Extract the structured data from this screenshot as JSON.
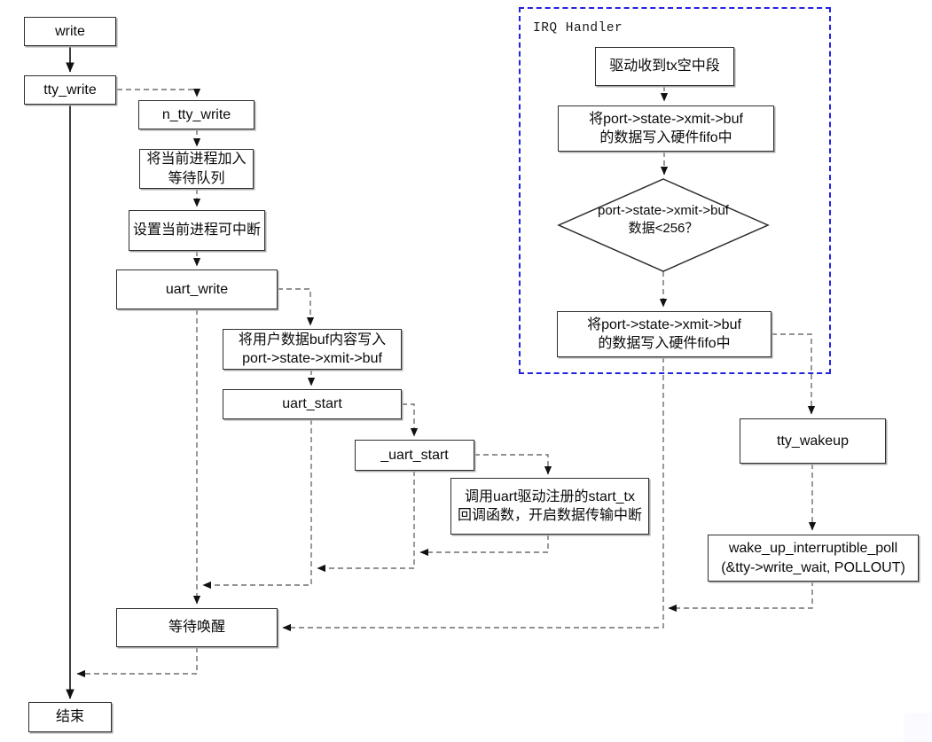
{
  "canvas": {
    "background": "#ffffff",
    "irq_border_color": "#2222e0",
    "dashed_line_color": "#6e6e6e",
    "solid_line_color": "#111111",
    "box_border_color": "#2e2e2e"
  },
  "nodes": {
    "write": {
      "label": "write"
    },
    "tty_write": {
      "label": "tty_write"
    },
    "n_tty_write": {
      "label": "n_tty_write"
    },
    "add_wait_queue": {
      "line1": "将当前进程加入",
      "line2": "等待队列"
    },
    "set_interruptible": {
      "label": "设置当前进程可中断"
    },
    "uart_write": {
      "label": "uart_write"
    },
    "copy_buf": {
      "line1": "将用户数据buf内容写入",
      "line2": "port->state->xmit->buf"
    },
    "uart_start": {
      "label": "uart_start"
    },
    "uart_start_inner": {
      "label": "_uart_start"
    },
    "start_tx": {
      "line1": "调用uart驱动注册的start_tx",
      "line2": "回调函数，开启数据传输中断"
    },
    "irq": {
      "label": "IRQ Handler"
    },
    "irq_rx": {
      "label": "驱动收到tx空中段"
    },
    "irq_fifo1": {
      "line1": "将port->state->xmit->buf",
      "line2": "的数据写入硬件fifo中"
    },
    "decision": {
      "line1": "port->state->xmit->buf",
      "line2": "数据<256？"
    },
    "irq_fifo2": {
      "line1": "将port->state->xmit->buf",
      "line2": "的数据写入硬件fifo中"
    },
    "tty_wakeup": {
      "label": "tty_wakeup"
    },
    "wake_up_poll": {
      "line1": "wake_up_interruptible_poll",
      "line2": "(&tty->write_wait, POLLOUT)"
    },
    "wait_wakeup": {
      "label": "等待唤醒"
    },
    "end": {
      "label": "结束"
    }
  }
}
